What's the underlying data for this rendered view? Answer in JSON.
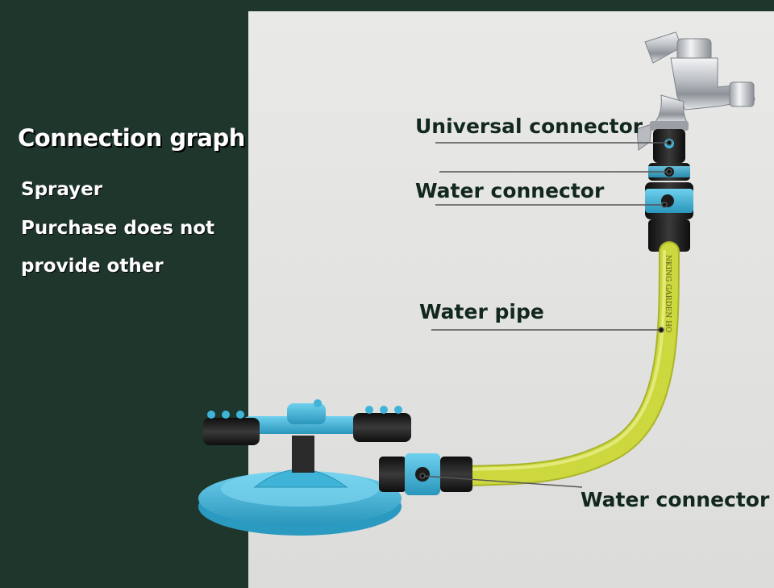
{
  "left_panel": {
    "title": "Connection graph",
    "lines": [
      "Sprayer",
      "Purchase does not",
      "provide other"
    ]
  },
  "callouts": {
    "universal_connector": "Universal connector",
    "water_connector_top": "Water connector",
    "water_pipe": "Water pipe",
    "water_connector_bottom": "Water connector"
  },
  "hose_print": "NKING GARDEN HO",
  "colors": {
    "panel_dark": "#1f362d",
    "background_light": "#e4e4e2",
    "plastic_blue": "#3fb4d8",
    "hose_yellow": "#c8d43a",
    "connector_black": "#1c1c1c",
    "chrome": "#c9ccd0"
  }
}
